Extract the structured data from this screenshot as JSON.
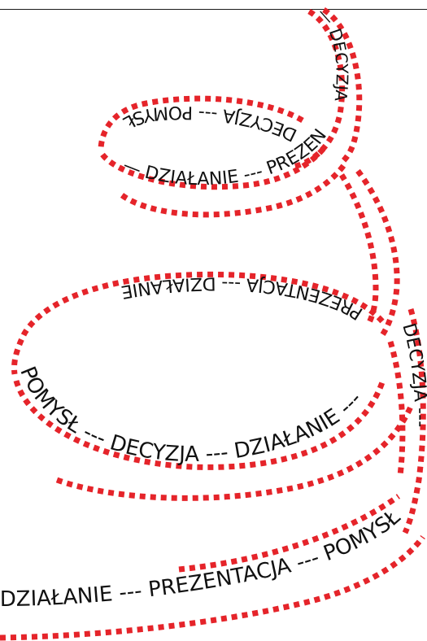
{
  "ribbon": {
    "dash_color": "#e5242a",
    "text_color": "#111111",
    "segments": [
      {
        "text": "— DECYZJA"
      },
      {
        "text": "DECYZJA --- POMYSŁ"
      },
      {
        "text": "— DZIAŁANIE --- PREZENTACJA"
      },
      {
        "text": "PREZENTACJA --- DZIAŁANIE"
      },
      {
        "text": "POMYSŁ --- DECYZJA --- DZIAŁANIE ---"
      },
      {
        "text": "DECYZJA ---"
      },
      {
        "text": "DZIAŁANIE --- PREZENTACJA --- POMYSŁ"
      }
    ]
  }
}
